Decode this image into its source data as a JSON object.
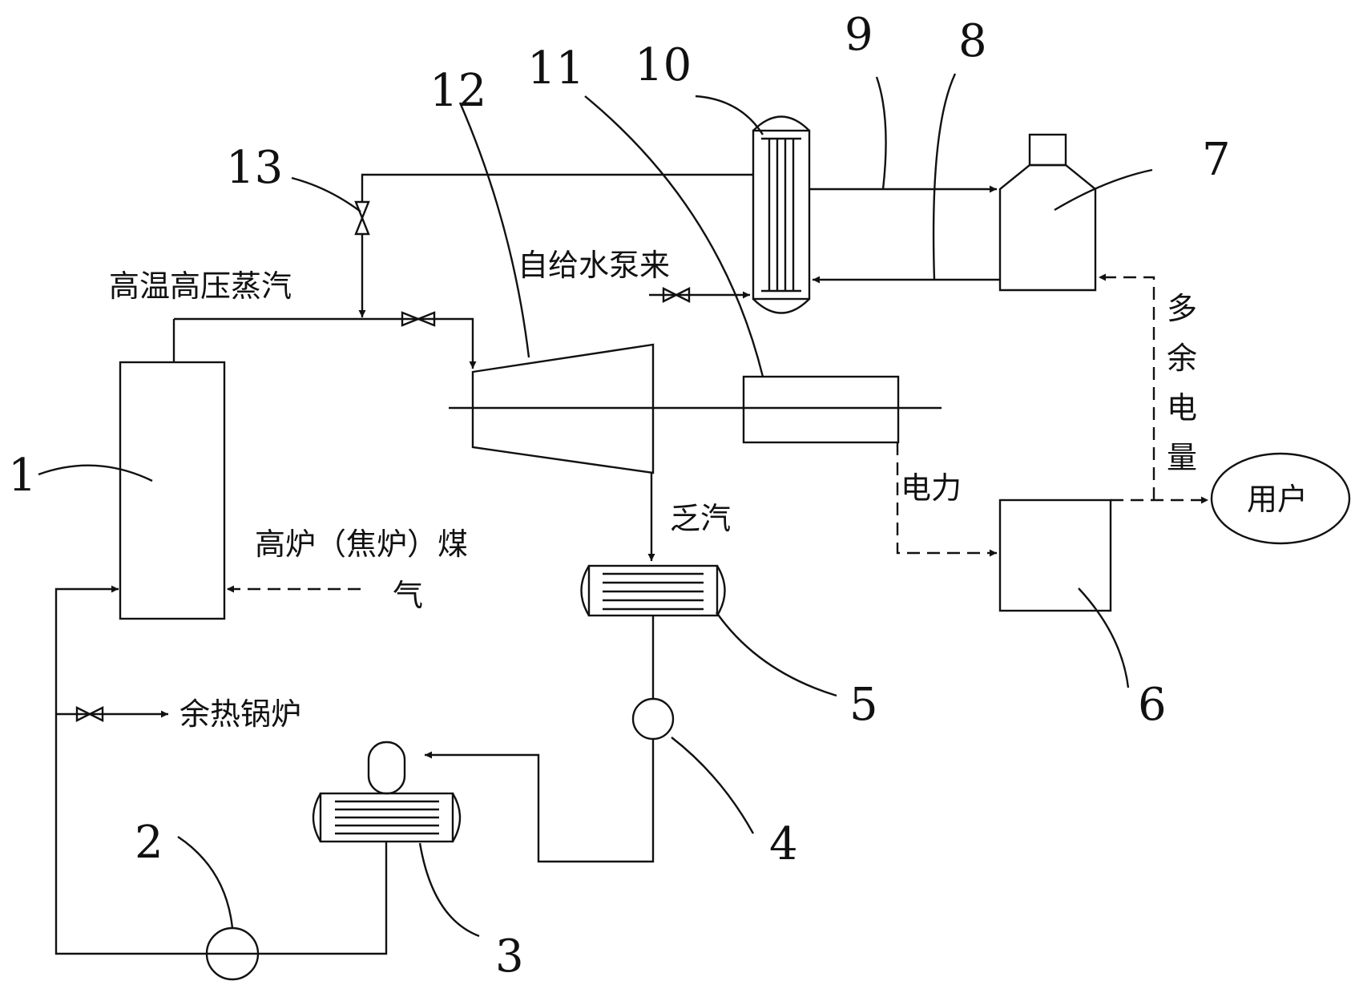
{
  "labels": {
    "n1": "1",
    "n2": "2",
    "n3": "3",
    "n4": "4",
    "n5": "5",
    "n6": "6",
    "n7": "7",
    "n8": "8",
    "n9": "9",
    "n10": "10",
    "n11": "11",
    "n12": "12",
    "n13": "13"
  },
  "texts": {
    "steam": "高温高压蒸汽",
    "feedwater": "自给水泵来",
    "exhaust": "乏汽",
    "gas_line1": "高炉（焦炉）煤",
    "gas_line2": "气",
    "waste_boiler": "余热锅炉",
    "power": "电力",
    "user": "用户",
    "surplus": [
      "多",
      "余",
      "电",
      "量"
    ]
  }
}
